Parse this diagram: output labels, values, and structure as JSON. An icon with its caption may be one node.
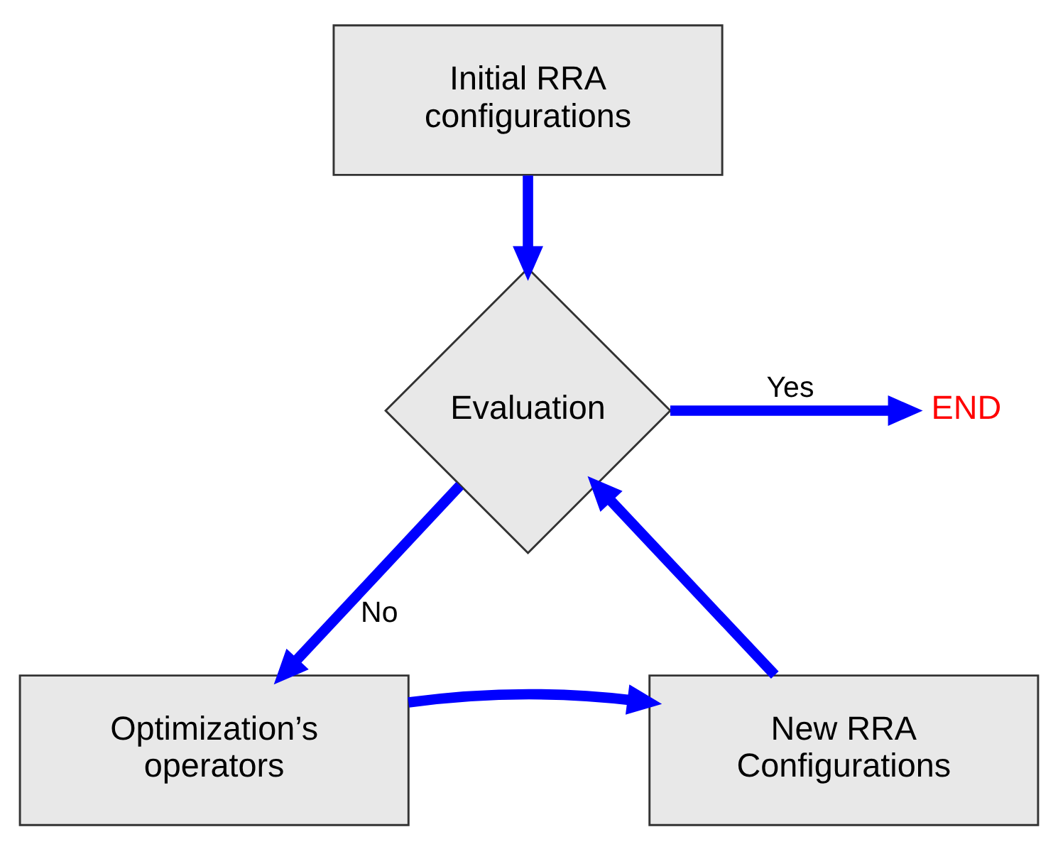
{
  "diagram": {
    "nodes": [
      {
        "text": [
          "Initial RRA configurations"
        ]
      },
      {
        "text": [
          "Evaluation"
        ]
      },
      {
        "text": [
          "END"
        ]
      },
      {
        "text": [
          "New RRA Configurations"
        ]
      },
      {
        "text": [
          "Optimization’s operators"
        ]
      }
    ],
    "edges": [
      {
        "from": 0,
        "to": 1,
        "arrow": "to"
      },
      {
        "from": 1,
        "to": 2,
        "arrow": "to",
        "label": "Yes"
      },
      {
        "from": 1,
        "to": 4,
        "arrow": "to",
        "label": "No"
      },
      {
        "from": 4,
        "to": 3,
        "arrow": "to"
      },
      {
        "from": 3,
        "to": 1,
        "arrow": "to"
      }
    ]
  }
}
